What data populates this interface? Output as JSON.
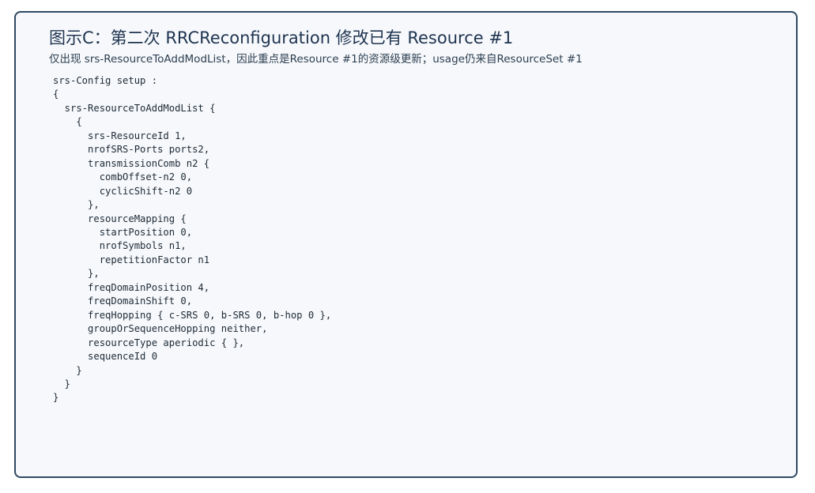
{
  "figure": {
    "title": "图示C：第二次 RRCReconfiguration 修改已有 Resource #1",
    "subtitle": "仅出现 srs-ResourceToAddModList，因此重点是Resource #1的资源级更新；usage仍来自ResourceSet #1"
  },
  "code": {
    "text": "srs-Config setup :\n{\n  srs-ResourceToAddModList {\n    {\n      srs-ResourceId 1,\n      nrofSRS-Ports ports2,\n      transmissionComb n2 {\n        combOffset-n2 0,\n        cyclicShift-n2 0\n      },\n      resourceMapping {\n        startPosition 0,\n        nrofSymbols n1,\n        repetitionFactor n1\n      },\n      freqDomainPosition 4,\n      freqDomainShift 0,\n      freqHopping { c-SRS 0, b-SRS 0, b-hop 0 },\n      groupOrSequenceHopping neither,\n      resourceType aperiodic { },\n      sequenceId 0\n    }\n  }\n}"
  }
}
